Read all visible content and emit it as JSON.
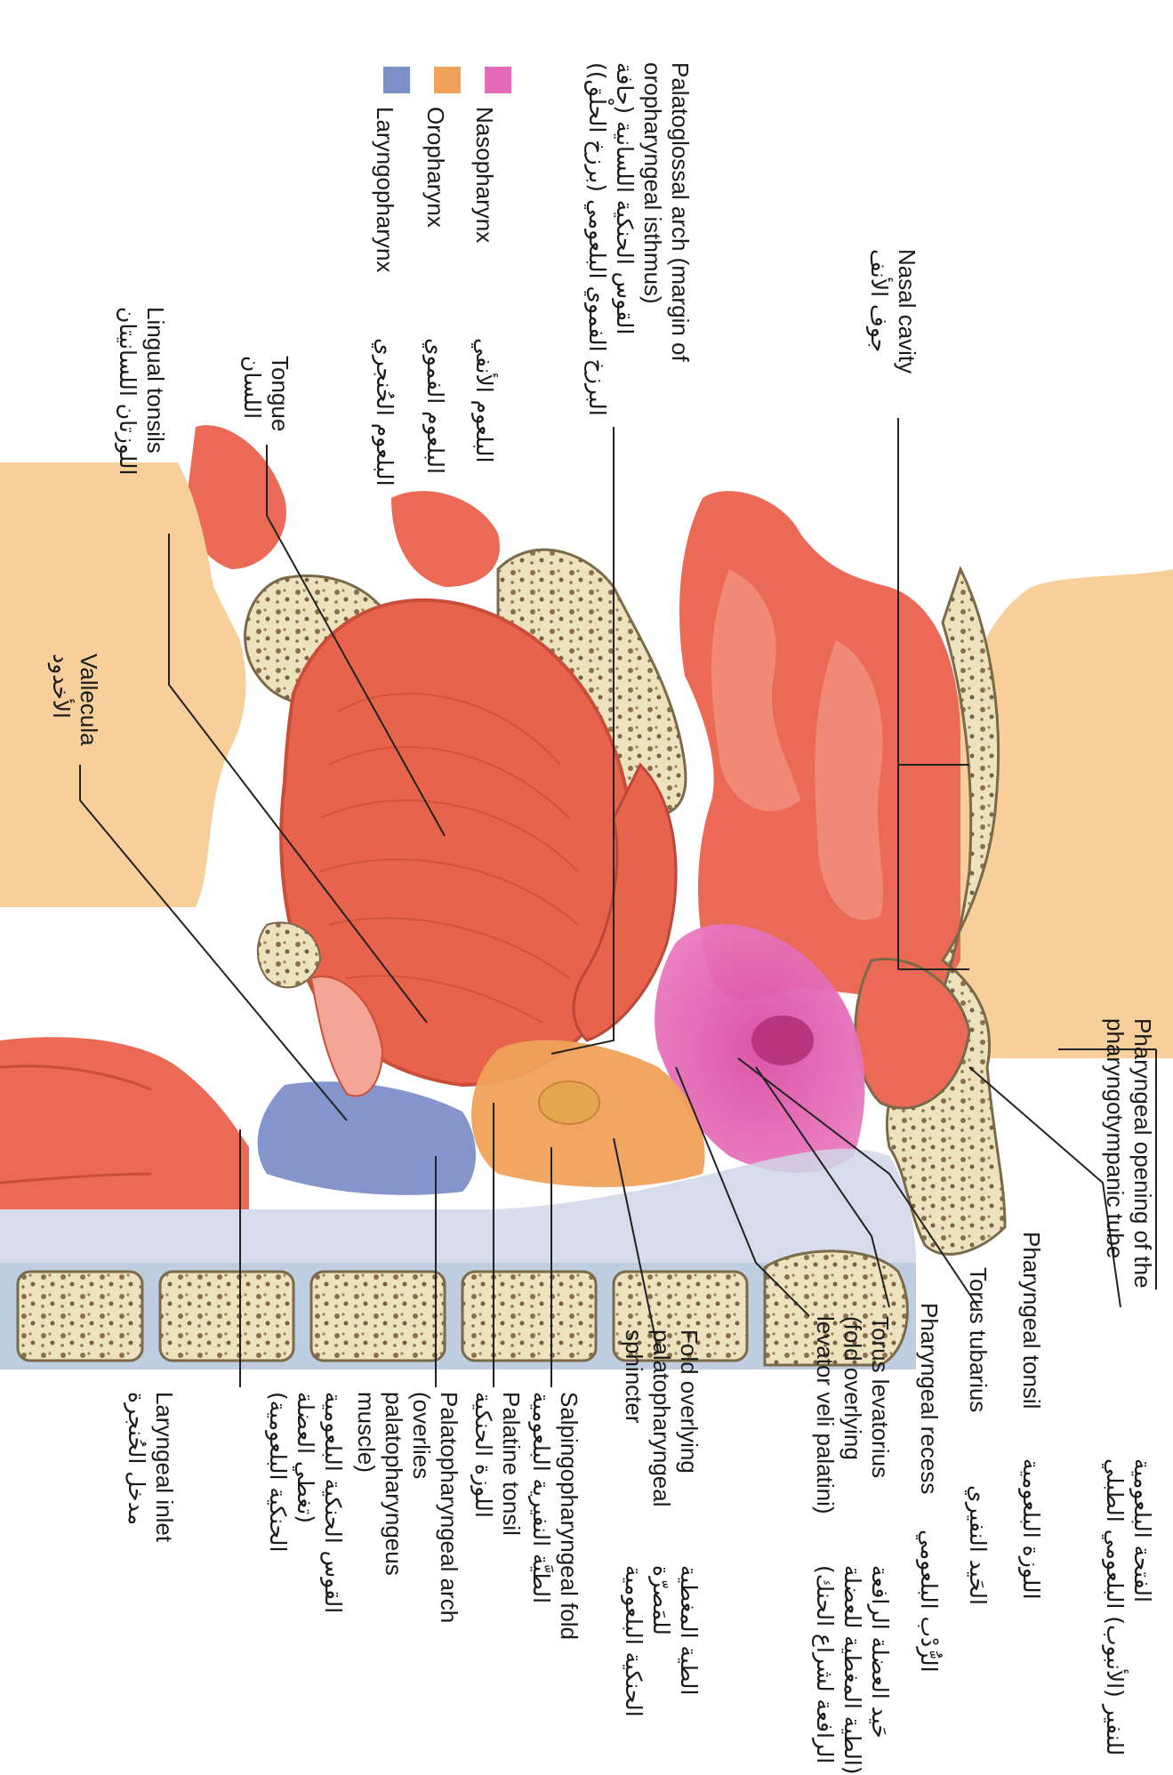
{
  "colors": {
    "background": "#ffffff",
    "nasopharynx": "#e56bb8",
    "oropharynx": "#f0a25a",
    "laryngopharynx": "#7d8fc9",
    "mucosa": "#ea6a55",
    "mucosa_light": "#f4a597",
    "bone": "#ede4c2",
    "fat": "#f6cf9a",
    "tonsil": "#f0c06b",
    "leader_line": "#222222"
  },
  "legend": [
    {
      "name": "Nasopharynx",
      "arabic": "البلعوم الأنفي",
      "color_key": "nasopharynx"
    },
    {
      "name": "Oropharynx",
      "arabic": "البلعوم الفموي",
      "color_key": "oropharynx"
    },
    {
      "name": "Laryngopharynx",
      "arabic": "البلعوم الحُنجري",
      "color_key": "laryngopharynx"
    }
  ],
  "left_labels": {
    "palatoglossal": {
      "en": [
        "Palatoglossal arch (margin of",
        "oropharyngeal isthmus)"
      ],
      "ar": [
        "القوس الحنكية اللسانية (حافة",
        "البرزخ الفموي البلعومي (برزخ الحلْق))"
      ]
    },
    "nasal_cavity": {
      "en": "Nasal cavity",
      "ar": "جوف الأنف"
    },
    "tongue": {
      "en": "Tongue",
      "ar": "اللسان"
    },
    "lingual_tonsils": {
      "en": "Lingual tonsils",
      "ar": "اللوزتان اللسانيتان"
    },
    "vallecula": {
      "en": "Vallecula",
      "ar": "الأخدود"
    }
  },
  "right_labels": [
    {
      "key": "pharyngotympanic",
      "en": [
        "Pharyngeal opening of the",
        "pharyngotympanic tube"
      ],
      "ar": [
        "الفتحة البلعومية",
        "للنفير (الأنبوب) البلعومي الطبلي"
      ]
    },
    {
      "key": "pharyngeal_tonsil",
      "en": [
        "Pharyngeal tonsil"
      ],
      "ar": [
        "اللوزة البلعومية"
      ]
    },
    {
      "key": "torus_tubarius",
      "en": [
        "Torus tubarius"
      ],
      "ar": [
        "الحَيد النفيري"
      ]
    },
    {
      "key": "pharyngeal_recess",
      "en": [
        "Pharyngeal recess"
      ],
      "ar": [
        "الرُّدْب البلعومي"
      ]
    },
    {
      "key": "torus_levatorius",
      "en": [
        "Torus levatorius",
        "(fold overlying",
        "levator veli palatini)"
      ],
      "ar": [
        "حَيد العضلة الرافعة",
        "(الطية المغطية للعضلة",
        "الرافعة لشراع الحنك)"
      ]
    },
    {
      "key": "fold_palatopharyngeal",
      "en": [
        "Fold overlying",
        "palatopharyngeal",
        "sphincter"
      ],
      "ar": [
        "الطية المغطية",
        "للمَصرّة",
        "الحنكية البلعومية"
      ]
    },
    {
      "key": "salpingopharyngeal",
      "en": [
        "Salpingopharyngeal fold"
      ],
      "ar": [
        "الطيَّة النفيرية البلعومية"
      ]
    },
    {
      "key": "palatine_tonsil",
      "en": [
        "Palatine tonsil"
      ],
      "ar": [
        "اللوزة الحنكية"
      ]
    },
    {
      "key": "palatopharyngeal_arch",
      "en": [
        "Palatopharyngeal arch",
        "(overlies",
        "palatopharyngeus",
        "muscle)"
      ],
      "ar": [
        "القوس الحنكية البلعومية",
        "(تغطي العضلة",
        "الحنكية البلعومية)"
      ]
    },
    {
      "key": "laryngeal_inlet",
      "en": [
        "Laryngeal inlet"
      ],
      "ar": [
        "مدخل الحُنجرة"
      ]
    }
  ]
}
